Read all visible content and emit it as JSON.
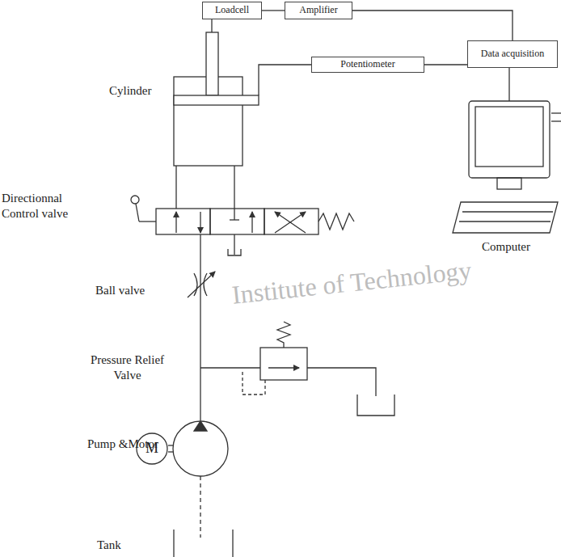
{
  "diagram": {
    "nodes": [
      {
        "text": [
          "Loadcell"
        ]
      },
      {
        "text": [
          "Amplifier"
        ]
      },
      {
        "text": [
          "Potentiometer"
        ]
      },
      {
        "text": [
          "Data acquisition"
        ]
      },
      {
        "text": [
          "M"
        ]
      }
    ],
    "edges": [
      {
        "from": 0,
        "to": 1,
        "arrow": "none"
      },
      {
        "from": 1,
        "to": 3,
        "arrow": "none"
      },
      {
        "from": 2,
        "to": 3,
        "arrow": "none"
      }
    ],
    "labels": [
      "Cylinder",
      "Directionnal Control valve",
      "Computer",
      "Ball valve",
      "Pressure Relief Valve",
      "Pump &Motor",
      "Tank",
      "Institute of Technology"
    ]
  }
}
